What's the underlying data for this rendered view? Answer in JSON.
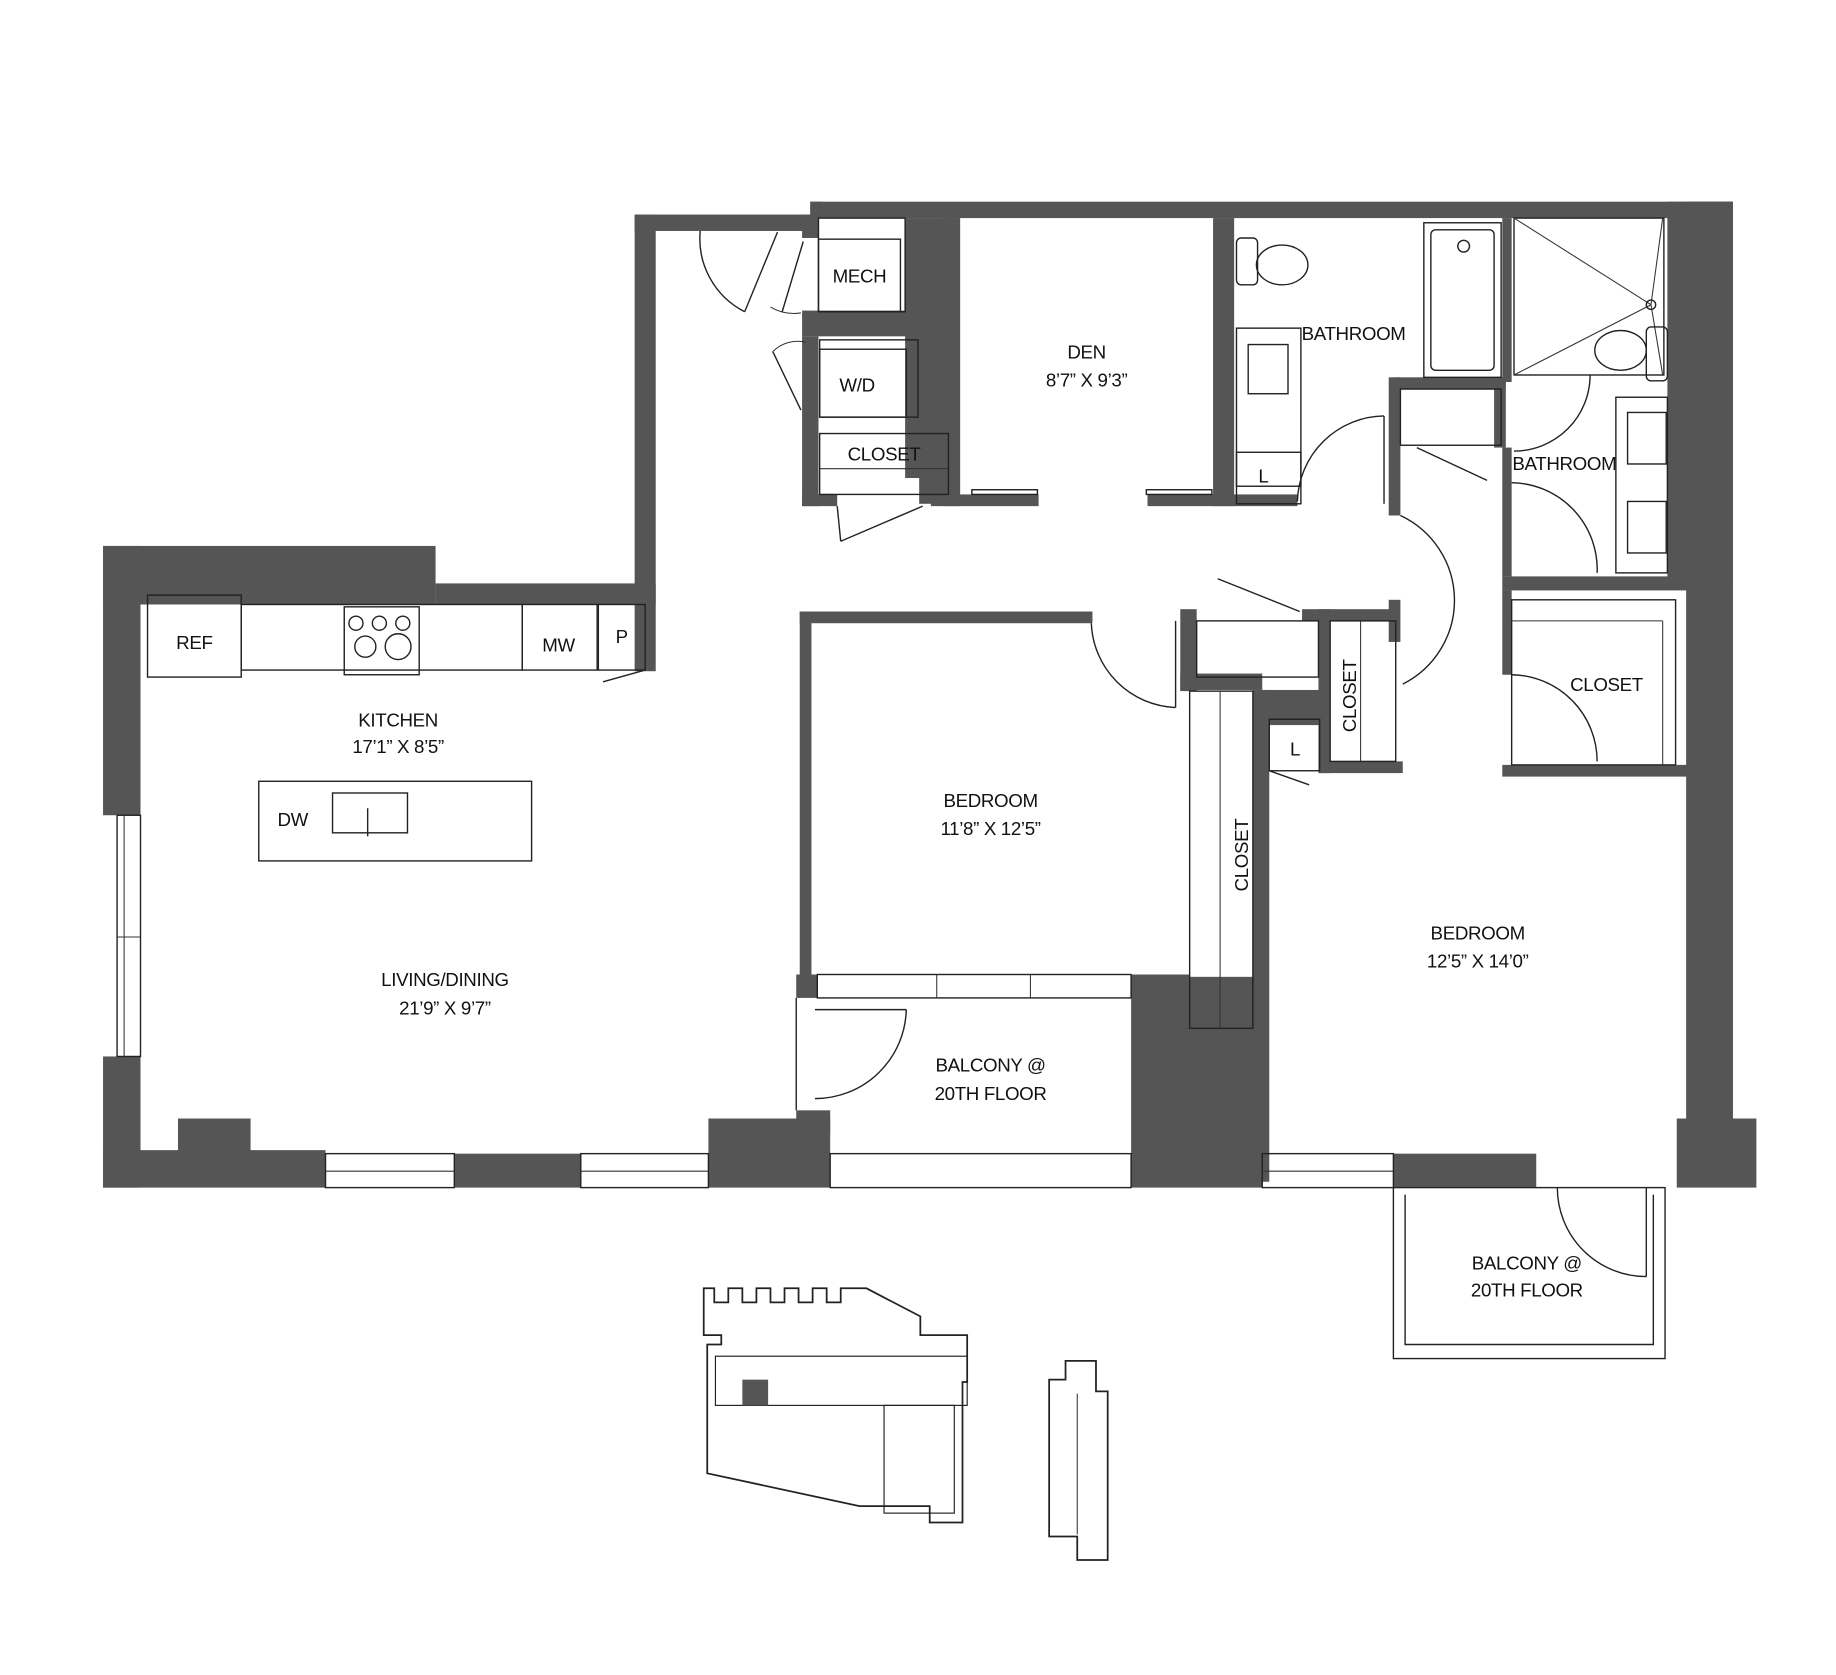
{
  "plan": {
    "rooms": {
      "mech": {
        "name": "MECH"
      },
      "wd": {
        "name": "W/D"
      },
      "closet_hall": {
        "name": "CLOSET"
      },
      "den": {
        "name": "DEN",
        "size": "8’7” X 9’3”"
      },
      "bath1": {
        "name": "BATHROOM",
        "linen": "L"
      },
      "bath2": {
        "name": "BATHROOM"
      },
      "kitchen": {
        "name": "KITCHEN",
        "size": "17’1” X 8’5”"
      },
      "ref": {
        "name": "REF"
      },
      "mw": {
        "name": "MW"
      },
      "pantry": {
        "name": "P"
      },
      "dw": {
        "name": "DW"
      },
      "living": {
        "name": "LIVING/DINING",
        "size": "21’9” X 9’7”"
      },
      "bedroom1": {
        "name": "BEDROOM",
        "size": "11’8” X 12’5”"
      },
      "bedroom1_closet": {
        "name": "CLOSET"
      },
      "hall_closet": {
        "name": "CLOSET"
      },
      "hall_linen": {
        "name": "L"
      },
      "bedroom2_closet": {
        "name": "CLOSET"
      },
      "bedroom2": {
        "name": "BEDROOM",
        "size": "12’5” X 14’0”"
      },
      "balcony1": {
        "line1": "BALCONY @",
        "line2": "20TH FLOOR"
      },
      "balcony2": {
        "line1": "BALCONY @",
        "line2": "20TH FLOOR"
      }
    },
    "colors": {
      "wall": "#555555",
      "line": "#222222",
      "background": "#ffffff"
    }
  },
  "key_plans": [
    {
      "name": "building-key-plan-podium",
      "highlighted_unit": true
    },
    {
      "name": "building-key-plan-tower"
    }
  ]
}
